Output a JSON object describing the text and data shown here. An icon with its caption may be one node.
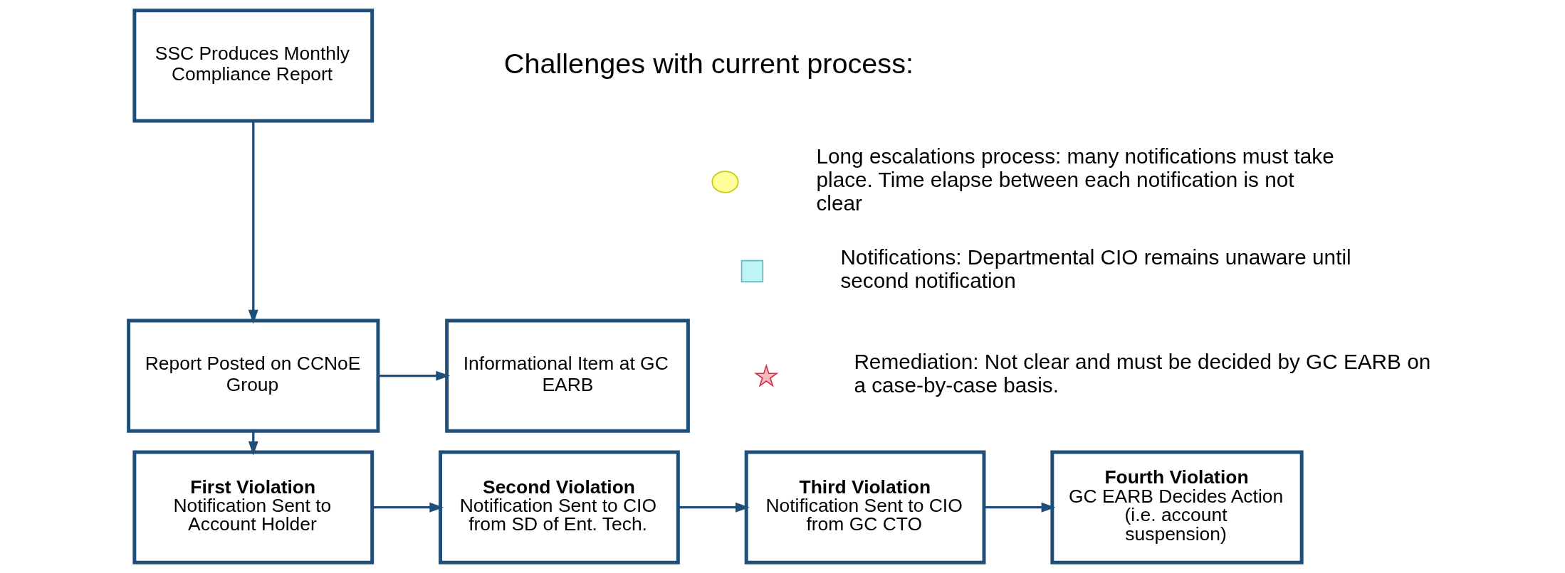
{
  "diagram": {
    "nodes": [
      {
        "text": [
          "SSC Produces Monthly Compliance Report"
        ]
      },
      {
        "text": [
          "Report Posted on CCNoE Group"
        ]
      },
      {
        "text": [
          "Informational Item at GC EARB"
        ]
      },
      {
        "text": [
          "First Violation",
          "Notification Sent to Account Holder"
        ]
      },
      {
        "text": [
          "Second Violation",
          "Notification Sent to CIO from SD of Ent. Tech."
        ]
      },
      {
        "text": [
          "Third Violation",
          "Notification Sent to CIO from GC CTO"
        ]
      },
      {
        "text": [
          "Fourth Violation",
          "GC EARB Decides Action (i.e. account suspension)"
        ]
      }
    ],
    "edges": [
      {
        "from": 0,
        "to": 1,
        "arrow": "to"
      },
      {
        "from": 1,
        "to": 2,
        "arrow": "to"
      },
      {
        "from": 1,
        "to": 3,
        "arrow": "to"
      },
      {
        "from": 3,
        "to": 4,
        "arrow": "to"
      },
      {
        "from": 4,
        "to": 5,
        "arrow": "to"
      },
      {
        "from": 5,
        "to": 6,
        "arrow": "to"
      }
    ],
    "labels": [
      "Challenges with current process:"
    ],
    "legend": [
      {
        "text": "Long escalations process: many notifications must take place. Time elapse between each notification is not clear"
      },
      {
        "text": "Notifications: Departmental CIO remains unaware until second notification"
      },
      {
        "text": "Remediation: Not clear and must be decided by GC EARB on a case-by-case basis."
      }
    ]
  }
}
